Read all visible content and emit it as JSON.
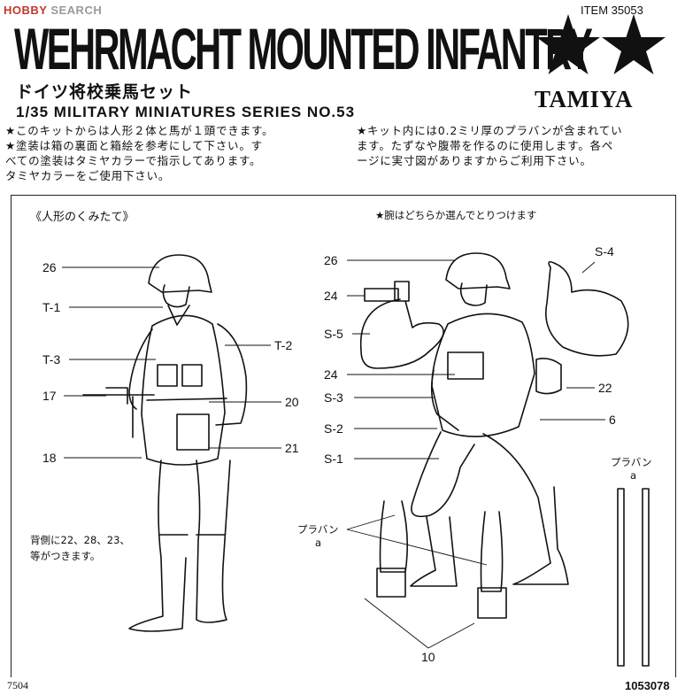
{
  "header": {
    "watermark_part1": "HOBBY",
    "watermark_part2": " SEARCH",
    "item_number": "ITEM 35053",
    "title": "WEHRMACHT MOUNTED INFANTRY",
    "title_jp": "ドイツ将校乗馬セット",
    "series": "1/35 MILITARY MINIATURES SERIES NO.53",
    "brand": "TAMIYA"
  },
  "notes_left": [
    "★このキットからは人形２体と馬が１頭できます。",
    "★塗装は箱の裏面と箱絵を参考にして下さい。す",
    "べての塗装はタミヤカラーで指示してあります。",
    "タミヤカラーをご使用下さい。"
  ],
  "notes_right": [
    "★キット内には0.2ミリ厚のプラバンが含まれてい",
    "ます。たずなや腹帯を作るのに使用します。各ペ",
    "ージに実寸図がありますからご利用下さい。"
  ],
  "figure_section": {
    "heading": "《人形のくみたて》",
    "arm_note": "★腕はどちらか選んでとりつけます",
    "back_note_line1": "背側に22、28、23、",
    "back_note_line2": "等がつきます。"
  },
  "left_figure_labels": {
    "l26": "26",
    "t1": "T-1",
    "t3": "T-3",
    "l17": "17",
    "l18": "18",
    "t2": "T-2",
    "l20": "20",
    "l21": "21"
  },
  "right_figure_labels": {
    "l26": "26",
    "l24a": "24",
    "s5": "S-5",
    "l24b": "24",
    "s3": "S-3",
    "s2": "S-2",
    "s1": "S-1",
    "s4": "S-4",
    "l22": "22",
    "l6": "6",
    "l10": "10"
  },
  "plastic_sheet": {
    "label": "プラバン",
    "letter": "a"
  },
  "footer": {
    "left_code": "7504",
    "right_code": "1053078"
  }
}
